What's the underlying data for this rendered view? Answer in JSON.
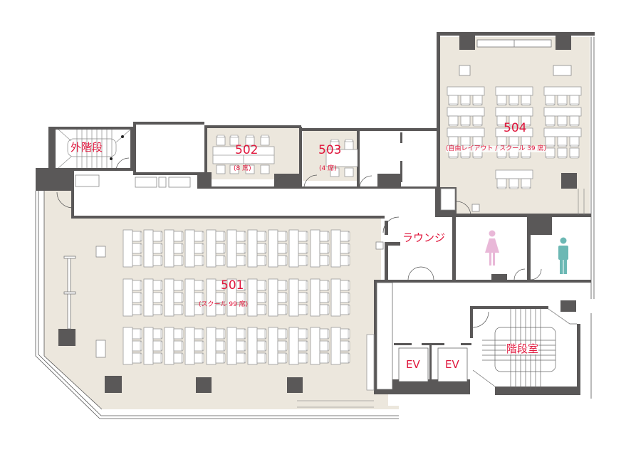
{
  "floor_plan": {
    "colors": {
      "wall": "#5a5858",
      "floor": "#ece7dd",
      "label": "#e0163c",
      "female_icon": "#e9b8d8",
      "male_icon": "#6cb8b4"
    },
    "rooms": [
      {
        "id": "501",
        "name": "501",
        "capacity": "(スクール 99 席)"
      },
      {
        "id": "502",
        "name": "502",
        "capacity": "(8 席)"
      },
      {
        "id": "503",
        "name": "503",
        "capacity": "(4 席)"
      },
      {
        "id": "504",
        "name": "504",
        "capacity": "(自由レイアウト / スクール 39 席)"
      }
    ],
    "zones": {
      "outer_stairs": "外階段",
      "lounge": "ラウンジ",
      "stairwell": "階段室"
    },
    "elevators": [
      {
        "label": "EV"
      },
      {
        "label": "EV"
      }
    ],
    "restrooms": [
      {
        "type": "female",
        "icon": "female-restroom-icon"
      },
      {
        "type": "male",
        "icon": "male-restroom-icon"
      }
    ]
  }
}
